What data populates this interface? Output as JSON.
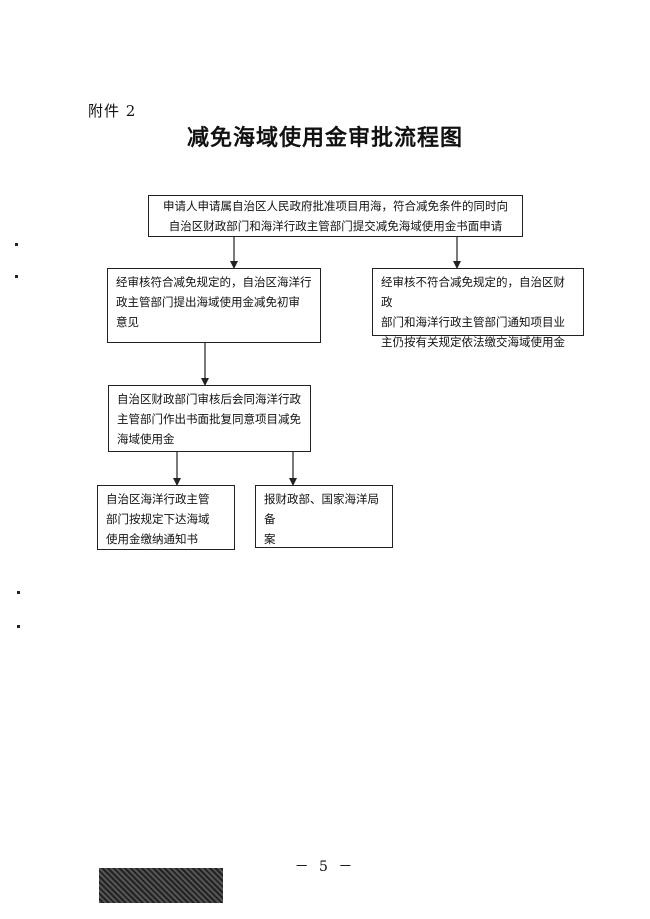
{
  "attachment_label": "附件 2",
  "title": "减免海域使用金审批流程图",
  "nodes": {
    "application": [
      "申请人申请属自治区人民政府批准项目用海，符合减免条件的同时向",
      "自治区财政部门和海洋行政主管部门提交减免海域使用金书面申请"
    ],
    "eligible_opinion": [
      "经审核符合减免规定的，自治区海洋行",
      "政主管部门提出海域使用金减免初审",
      "意见"
    ],
    "ineligible": [
      "经审核不符合减免规定的，自治区财政",
      "部门和海洋行政主管部门通知项目业",
      "主仍按有关规定依法缴交海域使用金"
    ],
    "approval": [
      "自治区财政部门审核后会同海洋行政",
      "主管部门作出书面批复同意项目减免",
      "海域使用金"
    ],
    "payment_notice": [
      "自治区海洋行政主管",
      "部门按规定下达海域",
      "使用金缴纳通知书"
    ],
    "filing": [
      "报财政部、国家海洋局备",
      "案"
    ]
  },
  "page_number": "－ 5 －"
}
